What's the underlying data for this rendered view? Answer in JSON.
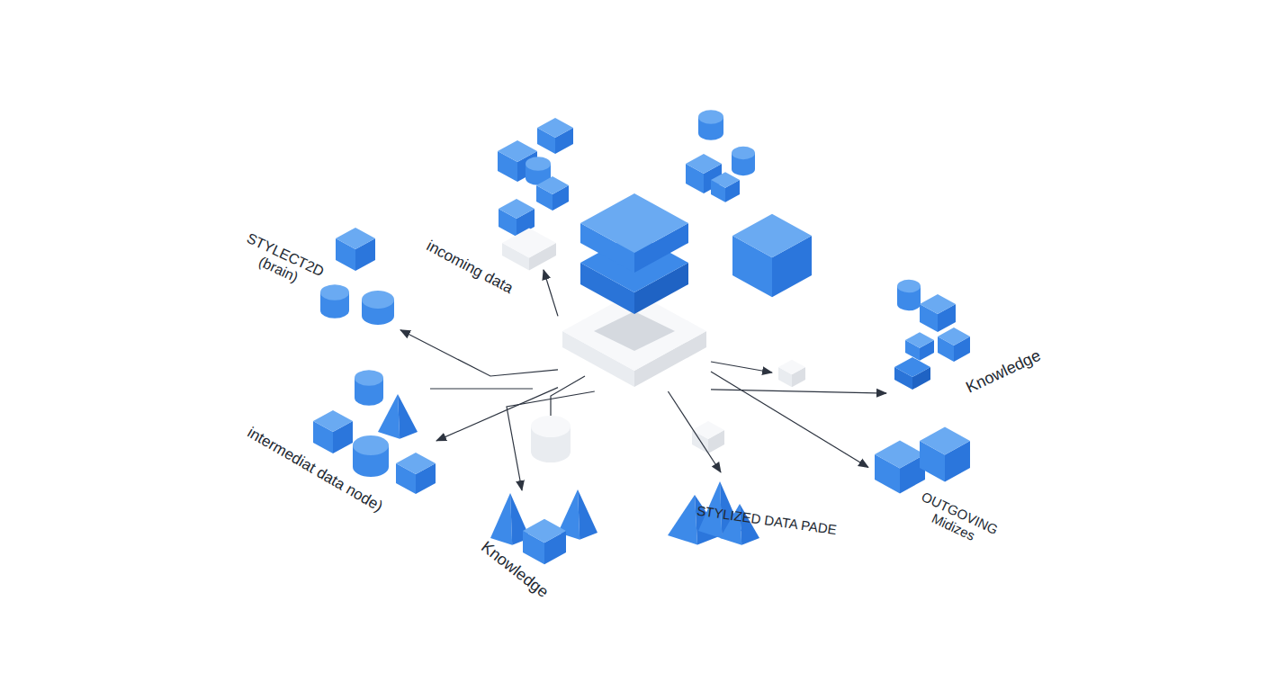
{
  "diagram": {
    "nodes": [
      {
        "text": [
          "incoming data"
        ]
      },
      {
        "text": []
      },
      {
        "text": [
          "STYLECT2D (brain)"
        ]
      },
      {
        "text": [
          "Knowledge"
        ]
      },
      {
        "text": [
          "intermediat data node)"
        ]
      },
      {
        "text": [
          "Knowledge"
        ]
      },
      {
        "text": [
          "STYLIZED DATA PADE"
        ]
      },
      {
        "text": [
          "OUTGOVING Midizes"
        ]
      }
    ],
    "edges": [
      {
        "from": 1,
        "to": 0,
        "arrow": "to"
      },
      {
        "from": 1,
        "to": 2,
        "arrow": "to"
      },
      {
        "from": 1,
        "to": 3,
        "arrow": "to"
      },
      {
        "from": 1,
        "to": 4,
        "arrow": "to"
      },
      {
        "from": 1,
        "to": 5,
        "arrow": "to"
      },
      {
        "from": 1,
        "to": 6,
        "arrow": "to"
      },
      {
        "from": 1,
        "to": 7,
        "arrow": "to"
      }
    ]
  }
}
